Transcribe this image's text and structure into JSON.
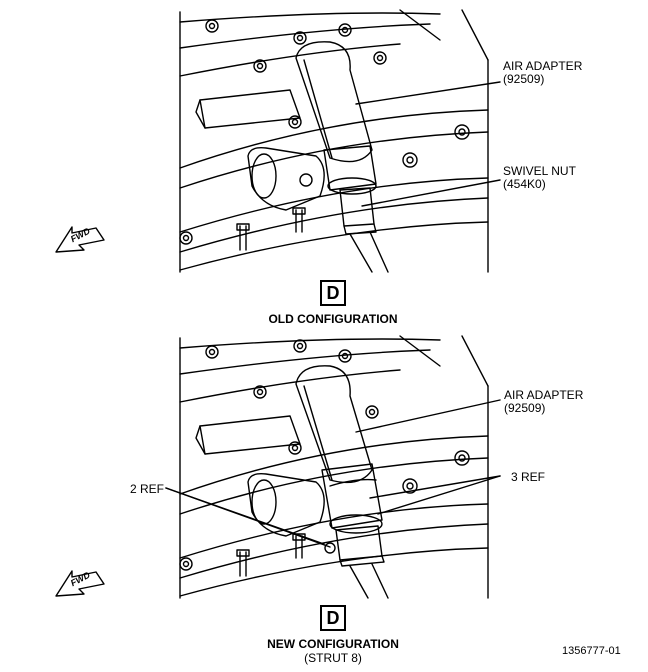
{
  "top_view": {
    "view_letter": "D",
    "caption": "OLD CONFIGURATION",
    "labels": {
      "air_adapter": [
        "AIR ADAPTER",
        "(92509)"
      ],
      "swivel_nut": [
        "SWIVEL NUT",
        "(454K0)"
      ]
    },
    "fwd": "FWD"
  },
  "bottom_view": {
    "view_letter": "D",
    "caption": "NEW CONFIGURATION",
    "subcaption": "(STRUT 8)",
    "labels": {
      "air_adapter": [
        "AIR ADAPTER",
        "(92509)"
      ],
      "ref_2": "2 REF",
      "ref_3": "3 REF"
    },
    "fwd": "FWD"
  },
  "figure_id": "1356777-01"
}
